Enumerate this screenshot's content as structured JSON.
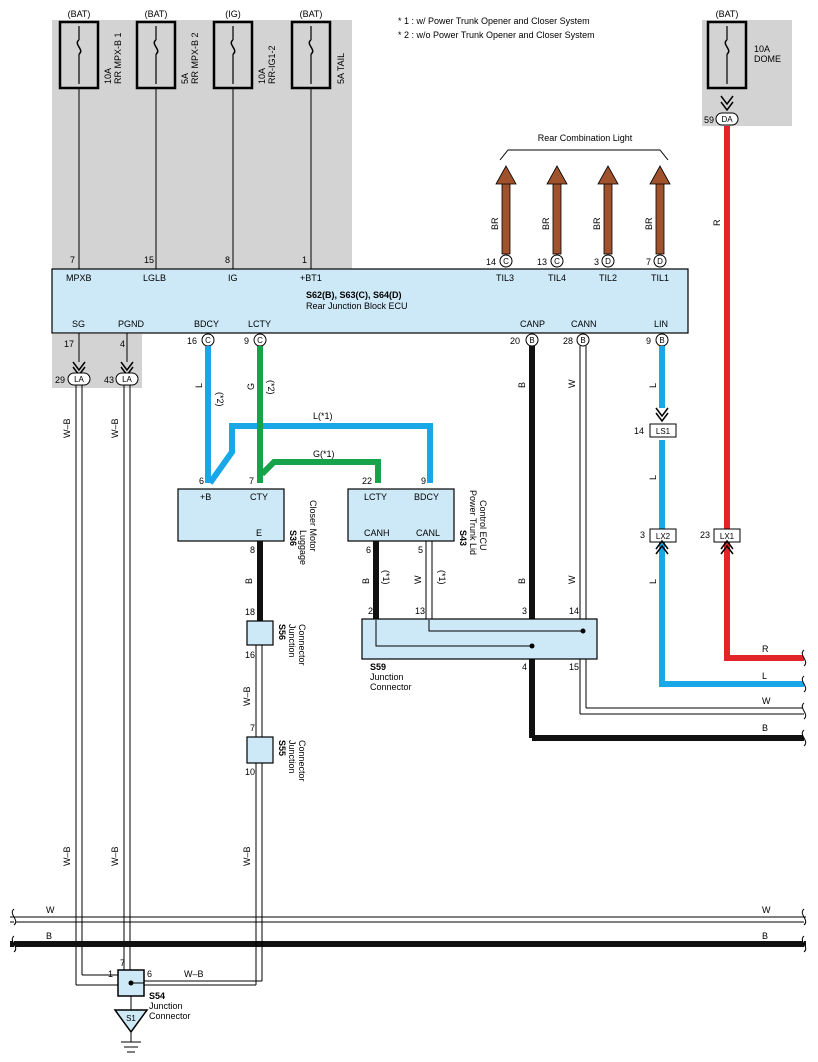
{
  "notes": {
    "note1": "* 1 : w/ Power Trunk Opener and Closer System",
    "note2": "* 2 : w/o Power Trunk Opener and Closer System"
  },
  "fuses": [
    {
      "supply": "(BAT)",
      "rating": "10A",
      "name": "RR MPX-B 1"
    },
    {
      "supply": "(BAT)",
      "rating": "5A",
      "name": "RR MPX-B 2"
    },
    {
      "supply": "(IG)",
      "rating": "10A",
      "name": "RR-IG1-2"
    },
    {
      "supply": "(BAT)",
      "rating": "",
      "name": "5A TAIL"
    }
  ],
  "dome_fuse": {
    "supply": "(BAT)",
    "rating": "10A",
    "name": "DOME",
    "pin": "59",
    "connector": "DA"
  },
  "rear_combination_light": {
    "title": "Rear Combination Light",
    "wire": "BR",
    "pins": [
      {
        "pin": "14",
        "conn": "C",
        "label": "TIL3"
      },
      {
        "pin": "13",
        "conn": "C",
        "label": "TIL4"
      },
      {
        "pin": "3",
        "conn": "D",
        "label": "TIL2"
      },
      {
        "pin": "7",
        "conn": "D",
        "label": "TIL1"
      }
    ]
  },
  "ecu": {
    "title": "S62(B), S63(C), S64(D)",
    "subtitle": "Rear Junction Block ECU",
    "top_pins": [
      {
        "pin": "7",
        "label": "MPXB"
      },
      {
        "pin": "15",
        "label": "LGLB"
      },
      {
        "pin": "8",
        "label": "IG"
      },
      {
        "pin": "1",
        "label": "+BT1"
      }
    ],
    "bottom_pins": [
      {
        "pin": "17",
        "label": "SG"
      },
      {
        "pin": "4",
        "label": "PGND"
      },
      {
        "pin": "16",
        "conn": "C",
        "label": "BDCY"
      },
      {
        "pin": "9",
        "conn": "C",
        "label": "LCTY"
      },
      {
        "pin": "20",
        "conn": "B",
        "label": "CANP"
      },
      {
        "pin": "28",
        "conn": "B",
        "label": "CANN"
      },
      {
        "pin": "9",
        "conn": "B",
        "label": "LIN"
      }
    ]
  },
  "la": {
    "pin_left": "29",
    "pin_right": "43",
    "conn": "LA"
  },
  "wire_labels": {
    "L": "L",
    "G": "G",
    "B": "B",
    "W": "W",
    "R": "R",
    "WB": "W–B",
    "star1": "(*1)",
    "star2": "(*2)",
    "L_star1": "L(*1)",
    "G_star1": "G(*1)"
  },
  "ls1": {
    "pin": "14",
    "conn": "LS1"
  },
  "lx2": {
    "pin": "3",
    "conn": "LX2"
  },
  "lx1": {
    "pin": "23",
    "conn": "LX1"
  },
  "s36": {
    "id": "S36",
    "name1": "Luggage",
    "name2": "Closer Motor",
    "pins_top": [
      {
        "pin": "6",
        "label": "+B"
      },
      {
        "pin": "7",
        "label": "CTY"
      }
    ],
    "pin_bottom": {
      "pin": "8",
      "label": "E"
    }
  },
  "s43": {
    "id": "S43",
    "name1": "Power Trunk Lid",
    "name2": "Control ECU",
    "pins_top": [
      {
        "pin": "22",
        "label": "LCTY"
      },
      {
        "pin": "9",
        "label": "BDCY"
      }
    ],
    "pins_bottom": [
      {
        "pin": "6",
        "label": "CANH"
      },
      {
        "pin": "5",
        "label": "CANL"
      }
    ]
  },
  "s59": {
    "id": "S59",
    "name1": "Junction",
    "name2": "Connector",
    "pins_top": [
      "2",
      "13",
      "3",
      "14"
    ],
    "pins_bottom": [
      "4",
      "15"
    ]
  },
  "s56": {
    "id": "S56",
    "name1": "Junction",
    "name2": "Connector",
    "pin_top": "18",
    "pin_bottom": "16"
  },
  "s55": {
    "id": "S55",
    "name1": "Junction",
    "name2": "Connector",
    "pin_top": "7",
    "pin_bottom": "10"
  },
  "s54": {
    "id": "S54",
    "name1": "Junction",
    "name2": "Connector",
    "pin_top": "7",
    "pin_left": "1",
    "pin_right": "6"
  },
  "ground": {
    "id": "S1"
  },
  "colors": {
    "blue": "#1aa7e8",
    "green": "#16a34a",
    "red": "#e3242b",
    "brown": "#a0522d",
    "black": "#111111",
    "box_fill": "#cde9f7",
    "gray_bg": "#d3d3d3"
  }
}
